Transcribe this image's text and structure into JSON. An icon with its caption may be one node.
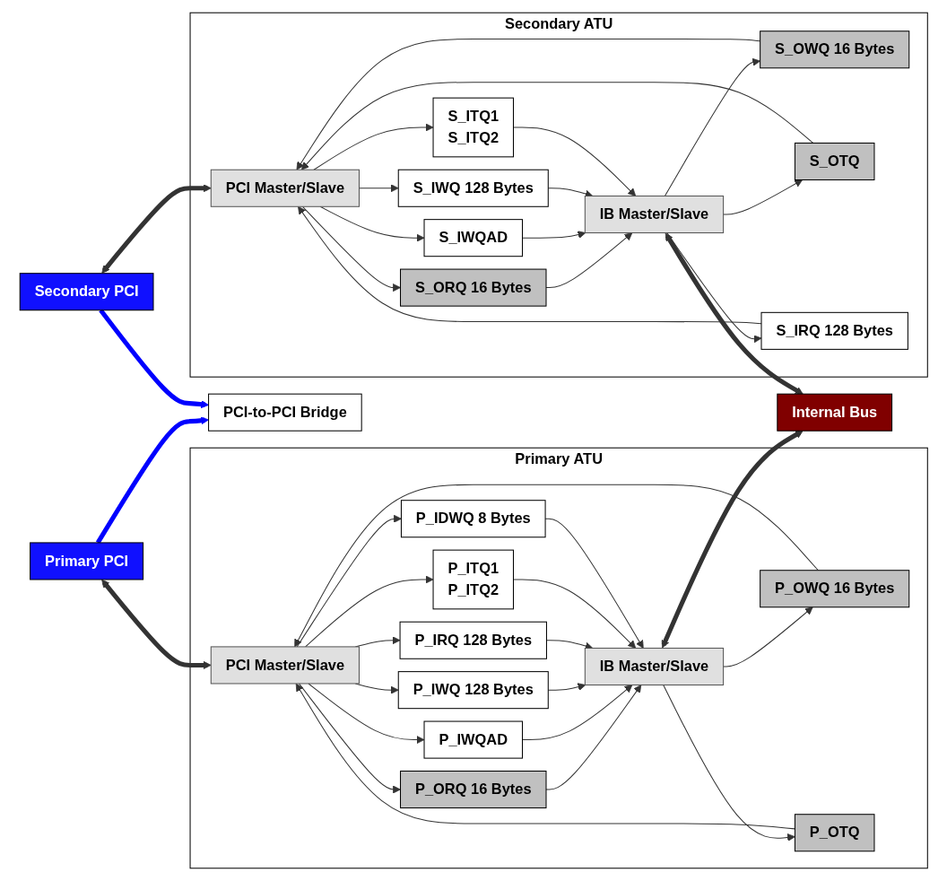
{
  "diagram": {
    "nodes": [
      {
        "text": [
          "Primary PCI"
        ]
      },
      {
        "text": [
          "PCI-to-PCI Bridge"
        ]
      },
      {
        "text": [
          "Secondary PCI"
        ]
      },
      {
        "text": [
          "Primary ATU"
        ]
      },
      {
        "text": [
          "PCI Master/Slave"
        ],
        "in": 3
      },
      {
        "text": [
          "IB Master/Slave"
        ],
        "in": 3
      },
      {
        "text": [
          "P_ORQ 16 Bytes"
        ],
        "in": 3
      },
      {
        "text": [
          "P_OWQ 16 Bytes"
        ],
        "in": 3
      },
      {
        "text": [
          "P_OTQ"
        ],
        "in": 3
      },
      {
        "text": [
          "P_IWQAD"
        ],
        "in": 3
      },
      {
        "text": [
          "P_IWQ 128 Bytes"
        ],
        "in": 3
      },
      {
        "text": [
          "P_IRQ 128 Bytes"
        ],
        "in": 3
      },
      {
        "text": [
          "P_ITQ1",
          "P_ITQ2"
        ],
        "in": 3
      },
      {
        "text": [
          "P_IDWQ 8 Bytes"
        ],
        "in": 3
      },
      {
        "text": [
          "Secondary ATU"
        ]
      },
      {
        "text": [
          "PCI Master/Slave"
        ],
        "in": 14
      },
      {
        "text": [
          "IB Master/Slave"
        ],
        "in": 14
      },
      {
        "text": [
          "S_ORQ 16 Bytes"
        ],
        "in": 14
      },
      {
        "text": [
          "S_OWQ 16 Bytes"
        ],
        "in": 14
      },
      {
        "text": [
          "S_OTQ"
        ],
        "in": 14
      },
      {
        "text": [
          "S_IWQAD"
        ],
        "in": 14
      },
      {
        "text": [
          "S_IWQ 128 Bytes"
        ],
        "in": 14
      },
      {
        "text": [
          "S_IRQ 128 Bytes"
        ],
        "in": 14
      },
      {
        "text": [
          "S_ITQ1",
          "S_ITQ2"
        ],
        "in": 14
      },
      {
        "text": [
          "Internal Bus"
        ]
      }
    ],
    "edges": [
      {
        "from": 0,
        "to": 1,
        "arrow": "to",
        "style": "thick",
        "color": "#0000ff"
      },
      {
        "from": 2,
        "to": 1,
        "arrow": "to",
        "style": "thick",
        "color": "#0000ff"
      },
      {
        "from": 0,
        "to": 4,
        "arrow": "both",
        "style": "thick"
      },
      {
        "from": 4,
        "to": 6,
        "arrow": "to"
      },
      {
        "from": 6,
        "to": 5,
        "arrow": "to"
      },
      {
        "from": 5,
        "to": 7,
        "arrow": "to"
      },
      {
        "from": 7,
        "to": 4,
        "arrow": "to"
      },
      {
        "from": 5,
        "to": 8,
        "arrow": "to"
      },
      {
        "from": 8,
        "to": 4,
        "arrow": "to"
      },
      {
        "from": 4,
        "to": 9,
        "arrow": "to"
      },
      {
        "from": 9,
        "to": 5,
        "arrow": "to"
      },
      {
        "from": 4,
        "to": 10,
        "arrow": "to"
      },
      {
        "from": 10,
        "to": 5,
        "arrow": "to"
      },
      {
        "from": 4,
        "to": 11,
        "arrow": "to"
      },
      {
        "from": 11,
        "to": 5,
        "arrow": "to"
      },
      {
        "from": 4,
        "to": 12,
        "arrow": "to"
      },
      {
        "from": 12,
        "to": 5,
        "arrow": "to"
      },
      {
        "from": 4,
        "to": 13,
        "arrow": "to"
      },
      {
        "from": 13,
        "to": 5,
        "arrow": "to"
      },
      {
        "from": 2,
        "to": 15,
        "arrow": "both",
        "style": "thick"
      },
      {
        "from": 15,
        "to": 17,
        "arrow": "to"
      },
      {
        "from": 17,
        "to": 16,
        "arrow": "to"
      },
      {
        "from": 16,
        "to": 18,
        "arrow": "to"
      },
      {
        "from": 18,
        "to": 15,
        "arrow": "to"
      },
      {
        "from": 16,
        "to": 19,
        "arrow": "to"
      },
      {
        "from": 19,
        "to": 15,
        "arrow": "to"
      },
      {
        "from": 15,
        "to": 20,
        "arrow": "to"
      },
      {
        "from": 20,
        "to": 16,
        "arrow": "to"
      },
      {
        "from": 15,
        "to": 21,
        "arrow": "to"
      },
      {
        "from": 21,
        "to": 16,
        "arrow": "to"
      },
      {
        "from": 16,
        "to": 22,
        "arrow": "to"
      },
      {
        "from": 22,
        "to": 15,
        "arrow": "to"
      },
      {
        "from": 15,
        "to": 23,
        "arrow": "to"
      },
      {
        "from": 23,
        "to": 16,
        "arrow": "to"
      },
      {
        "from": 5,
        "to": 24,
        "arrow": "both",
        "style": "thick"
      },
      {
        "from": 16,
        "to": 24,
        "arrow": "both",
        "style": "thick"
      }
    ]
  }
}
